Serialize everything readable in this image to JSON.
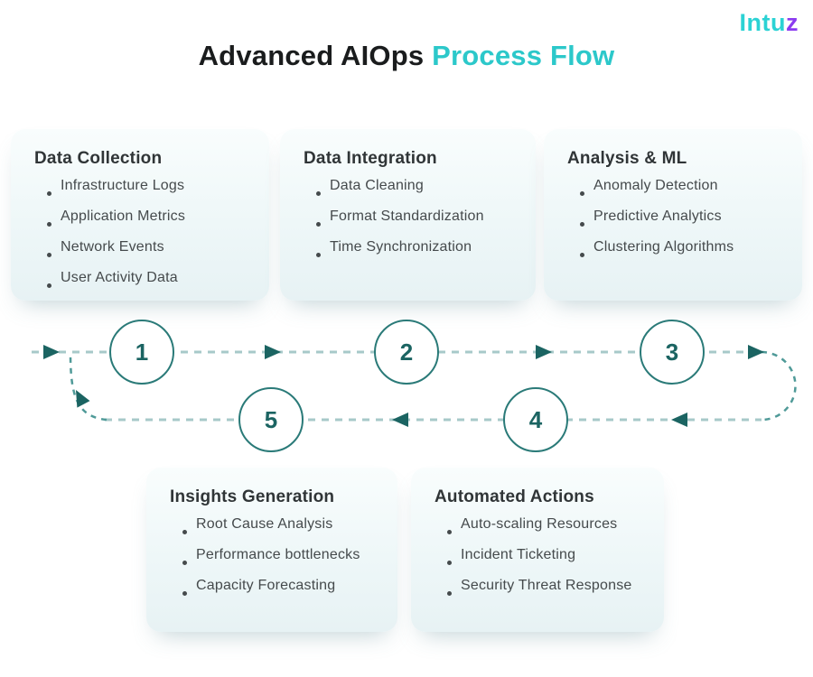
{
  "logo": {
    "brand": "Intuz",
    "brand_main": "Intu",
    "brand_accent": "z"
  },
  "title": {
    "prefix": "Advanced AIOps ",
    "accent": "Process Flow"
  },
  "steps": [
    {
      "number": "1",
      "title": "Data Collection",
      "items": [
        "Infrastructure Logs",
        "Application Metrics",
        "Network Events",
        "User Activity Data"
      ]
    },
    {
      "number": "2",
      "title": "Data Integration",
      "items": [
        "Data Cleaning",
        "Format Standardization",
        "Time Synchronization"
      ]
    },
    {
      "number": "3",
      "title": "Analysis & ML",
      "items": [
        "Anomaly Detection",
        "Predictive Analytics",
        "Clustering Algorithms"
      ]
    },
    {
      "number": "4",
      "title": "Automated Actions",
      "items": [
        "Auto-scaling Resources",
        "Incident Ticketing",
        "Security Threat Response"
      ]
    },
    {
      "number": "5",
      "title": "Insights Generation",
      "items": [
        "Root Cause Analysis",
        "Performance bottlenecks",
        "Capacity Forecasting"
      ]
    }
  ],
  "colors": {
    "accent_cyan": "#2cc8ca",
    "logo_cyan": "#2bd2d4",
    "logo_purple": "#8b3bf0",
    "teal_dark": "#1b6462",
    "circle_border": "#2a7a78",
    "dash_light": "#a7c9c9",
    "dash_medium": "#4f9a98",
    "text_dark": "#1a1c1d",
    "text_body": "#454a4c"
  }
}
